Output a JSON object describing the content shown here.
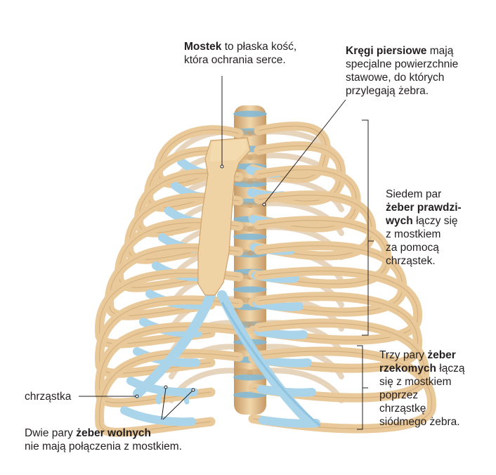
{
  "labels": {
    "sternum": {
      "line1_bold": "Mostek",
      "line1_rest": " to płaska kość,",
      "line2": "która ochrania serce."
    },
    "vertebrae": {
      "line1_bold": "Kręgi piersiowe",
      "line1_rest": " mają",
      "line2": "specjalne powierzchnie",
      "line3": "stawowe, do których",
      "line4": "przylegają żebra."
    },
    "true_ribs": {
      "line1": "Siedem par",
      "line2_bold": "żeber prawdzi-",
      "line3_bold": "wych",
      "line3_rest": " łączy się",
      "line4": "z mostkiem",
      "line5": "za pomocą",
      "line6": "chrząstek."
    },
    "false_ribs": {
      "line1_pre": "Trzy pary ",
      "line1_bold": "żeber",
      "line2_bold": "rzekomych",
      "line2_rest": " łączą",
      "line3": "się z mostkiem",
      "line4": "poprzez",
      "line5": "chrząstkę",
      "line6": "siódmego żebra."
    },
    "cartilage": {
      "text": "chrząstka"
    },
    "floating_ribs": {
      "line1_pre": "Dwie pary ",
      "line1_bold": "żeber wolnych",
      "line2": "nie mają połączenia z mostkiem."
    }
  },
  "colors": {
    "bone": "#e9c99a",
    "bone_dark": "#c9a06c",
    "cartilage": "#a9d4ea",
    "cartilage_dark": "#7fb8d8",
    "line": "#231f20"
  }
}
